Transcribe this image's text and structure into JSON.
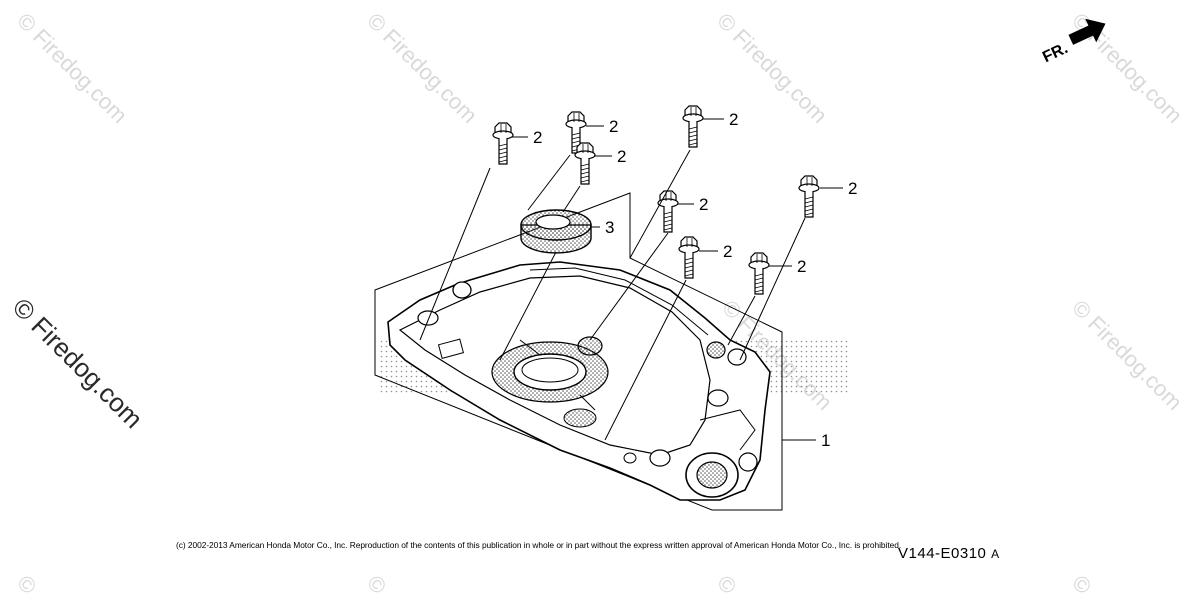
{
  "watermark": {
    "text": "Firedog.com",
    "symbol": "©",
    "color": "#d9d9d9",
    "strong_color": "#2a2a2a"
  },
  "orientation": {
    "label": "FR."
  },
  "callouts": {
    "bolt": "2",
    "seal": "3",
    "cover": "1"
  },
  "footer": {
    "copyright": "(c) 2002-2013 American Honda Motor Co., Inc. Reproduction of the contents of this publication in whole or in part without the express written approval of American Honda Motor Co., Inc. is prohibited.",
    "diagram_code": "V144-E0310",
    "diagram_suffix": "A"
  }
}
